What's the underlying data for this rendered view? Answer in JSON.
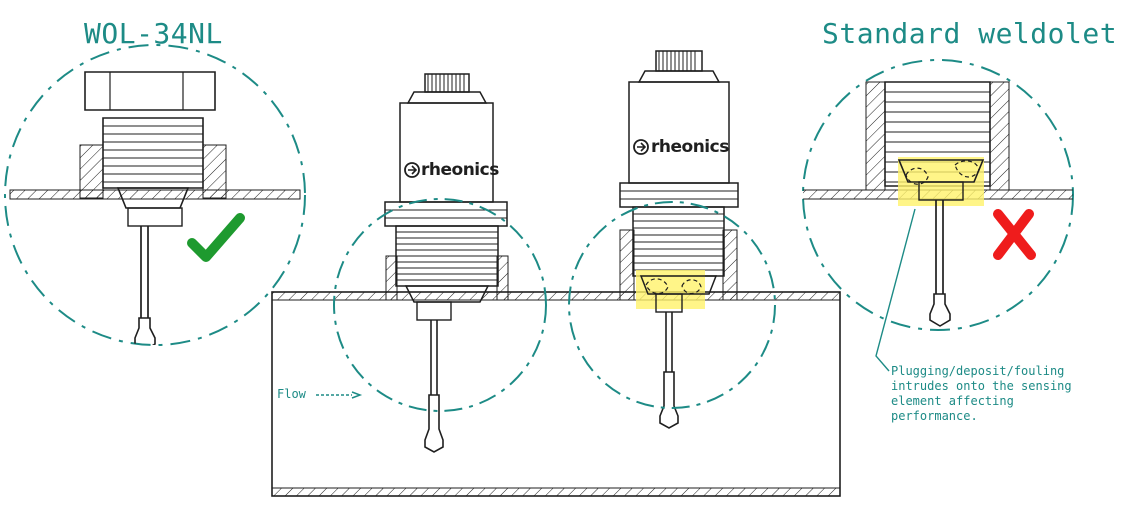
{
  "diagram": {
    "titles": {
      "left": "WOL-34NL",
      "right": "Standard weldolet"
    },
    "labels": {
      "flow": "Flow",
      "fouling_note": "Plugging/deposit/fouling intrudes onto the sensing element affecting performance."
    },
    "brand": {
      "name": "rheonics"
    },
    "icons": {
      "good": "check-icon",
      "bad": "cross-icon",
      "logo": "rheonics-logo-icon"
    },
    "colors": {
      "outline": "#1f1f1f",
      "accent": "#1d8b86",
      "highlight": "#fff36a",
      "check": "#1e9a2f",
      "cross": "#ef1c1c",
      "fill": "#ffffff"
    }
  }
}
